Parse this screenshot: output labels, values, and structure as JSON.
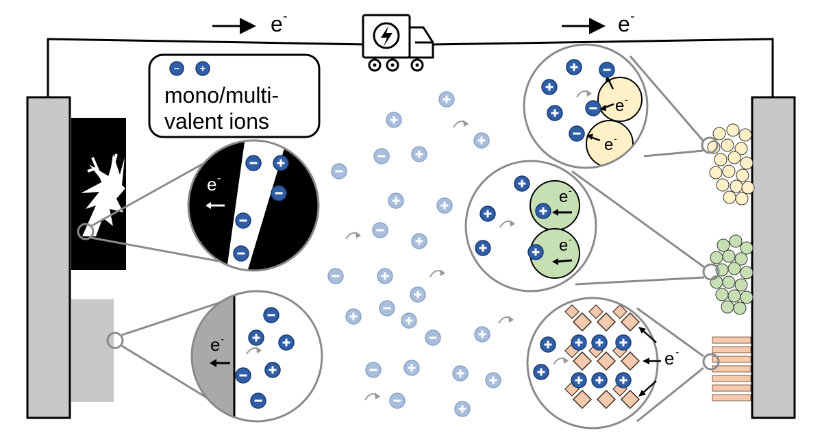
{
  "labels": {
    "electron": "e",
    "electron_sup": "-",
    "legend_line1": "mono/multi-",
    "legend_line2": "valent  ions"
  },
  "legend": {
    "anion_symbol": "−",
    "cation_symbol": "+"
  },
  "icons": {
    "device": "electric-truck-icon",
    "lightning": "lightning-bolt-icon",
    "flow_arrow": "curved-arrow-icon"
  },
  "colors": {
    "ion_dark": "#2f5ea6",
    "ion_light": "#a9bedc",
    "electrode": "#c8c8c8",
    "dendrite_bg": "#000000",
    "yellow_particle": "#fff1c7",
    "green_particle": "#c6e0b4",
    "diamond": "#f5c9ae",
    "stripe": "#f9cbad",
    "magnifier": "#8a8a8a"
  }
}
